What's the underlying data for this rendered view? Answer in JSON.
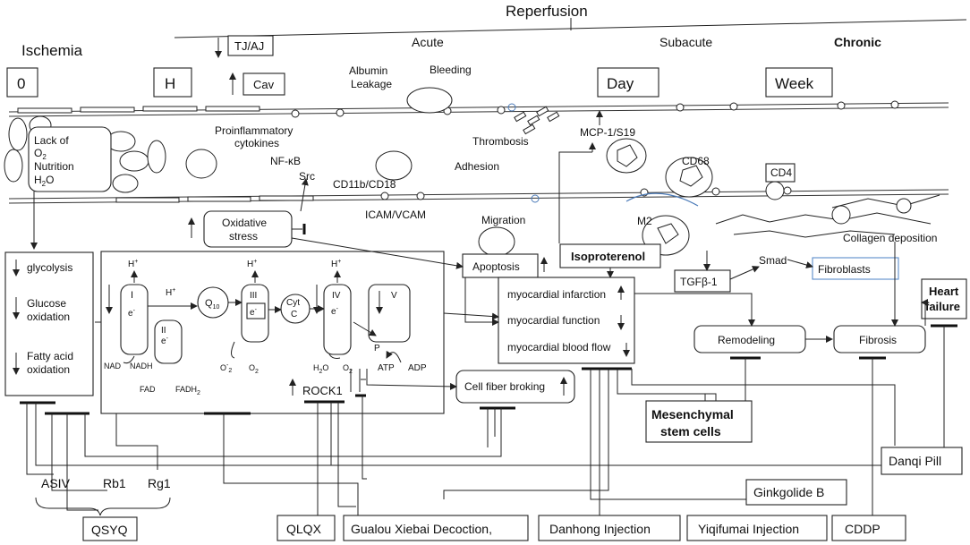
{
  "phases": {
    "ischemia": "Ischemia",
    "reperfusion": "Reperfusion",
    "acute": "Acute",
    "subacute": "Subacute",
    "chronic": "Chronic"
  },
  "time_markers": [
    "0",
    "H",
    "Day",
    "Week"
  ],
  "vessel_labels": {
    "tj_aj": "TJ/AJ",
    "cav": "Cav",
    "albumin": "Albumin",
    "leakage": "Leakage",
    "bleeding": "Bleeding",
    "proinflammatory": "Proinflammatory",
    "cytokines": "cytokines",
    "nfkb": "NF-κB",
    "src": "Src",
    "thrombosis": "Thrombosis",
    "mcp": "MCP-1/S19",
    "cd68": "CD68",
    "cd4": "CD4",
    "adhesion": "Adhesion",
    "cd11b": "CD11b/CD18",
    "icam": "ICAM/VCAM",
    "migration": "Migration",
    "m2": "M2",
    "collagen": "Collagen deposition"
  },
  "lack_box": {
    "line1": "Lack of",
    "o2": "O",
    "o2_sub": "2",
    "line3": "Nutrition",
    "h": "H",
    "h_sub": "2",
    "o": "O"
  },
  "metabolism": {
    "glycolysis": "glycolysis",
    "glucose": "Glucose",
    "oxidation1": "oxidation",
    "fatty": "Fatty acid",
    "oxidation2": "oxidation"
  },
  "oxidative_stress": {
    "line1": "Oxidative",
    "line2": "stress"
  },
  "mito": {
    "h_plus": "H",
    "plus": "+",
    "c1": "I",
    "c2": "II",
    "c3": "III",
    "c4": "IV",
    "c5": "V",
    "q10": "Q",
    "q10_sub": "10",
    "cyt": "Cyt",
    "cyt_c": "C",
    "e_minus": "e",
    "minus": "-",
    "nad": "NAD",
    "nadh": "NADH",
    "fad": "FAD",
    "fadh2": "FADH",
    "sub2": "2",
    "o2minus": "O",
    "o2": "O",
    "h2o": "H",
    "p": "P",
    "atp": "ATP",
    "adp": "ADP",
    "rock1": "ROCK1"
  },
  "processes": {
    "apoptosis": "Apoptosis",
    "isoproterenol": "Isoproterenol",
    "mi": "myocardial infarction",
    "mf": "myocardial function",
    "mbf": "myocardial blood flow",
    "cell_fiber": "Cell fiber broking",
    "tgfb": "TGFβ-1",
    "smad": "Smad",
    "fibroblasts": "Fibroblasts",
    "remodeling": "Remodeling",
    "fibrosis": "Fibrosis",
    "hf1": "Heart",
    "hf2": "failure",
    "msc1": "Mesenchymal",
    "msc2": "stem cells"
  },
  "drugs": {
    "asiv": "ASIV",
    "rb1": "Rb1",
    "rg1": "Rg1",
    "qsyq": "QSYQ",
    "qlqx": "QLQX",
    "gualou": "Gualou Xiebai Decoction,",
    "danhong": "Danhong Injection",
    "yiqifumai": "Yiqifumai Injection",
    "cddp": "CDDP",
    "danqi": "Danqi Pill",
    "ginkgolide": "Ginkgolide B"
  },
  "colors": {
    "line": "#222222",
    "fibroblast_border": "#5b8cc9",
    "vessel_blue": "#4a7ab8"
  }
}
